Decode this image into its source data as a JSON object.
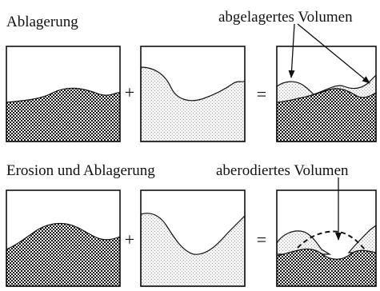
{
  "labels": {
    "top_left": "Ablagerung",
    "top_right": "abgelagertes Volumen",
    "bottom_left": "Erosion und Ablagerung",
    "bottom_right": "aberodiertes Volumen"
  },
  "operators": {
    "plus": "+",
    "equals": "="
  },
  "colors": {
    "line": "#111111",
    "dark_pattern": "crosshatch",
    "light_pattern": "dotted"
  }
}
